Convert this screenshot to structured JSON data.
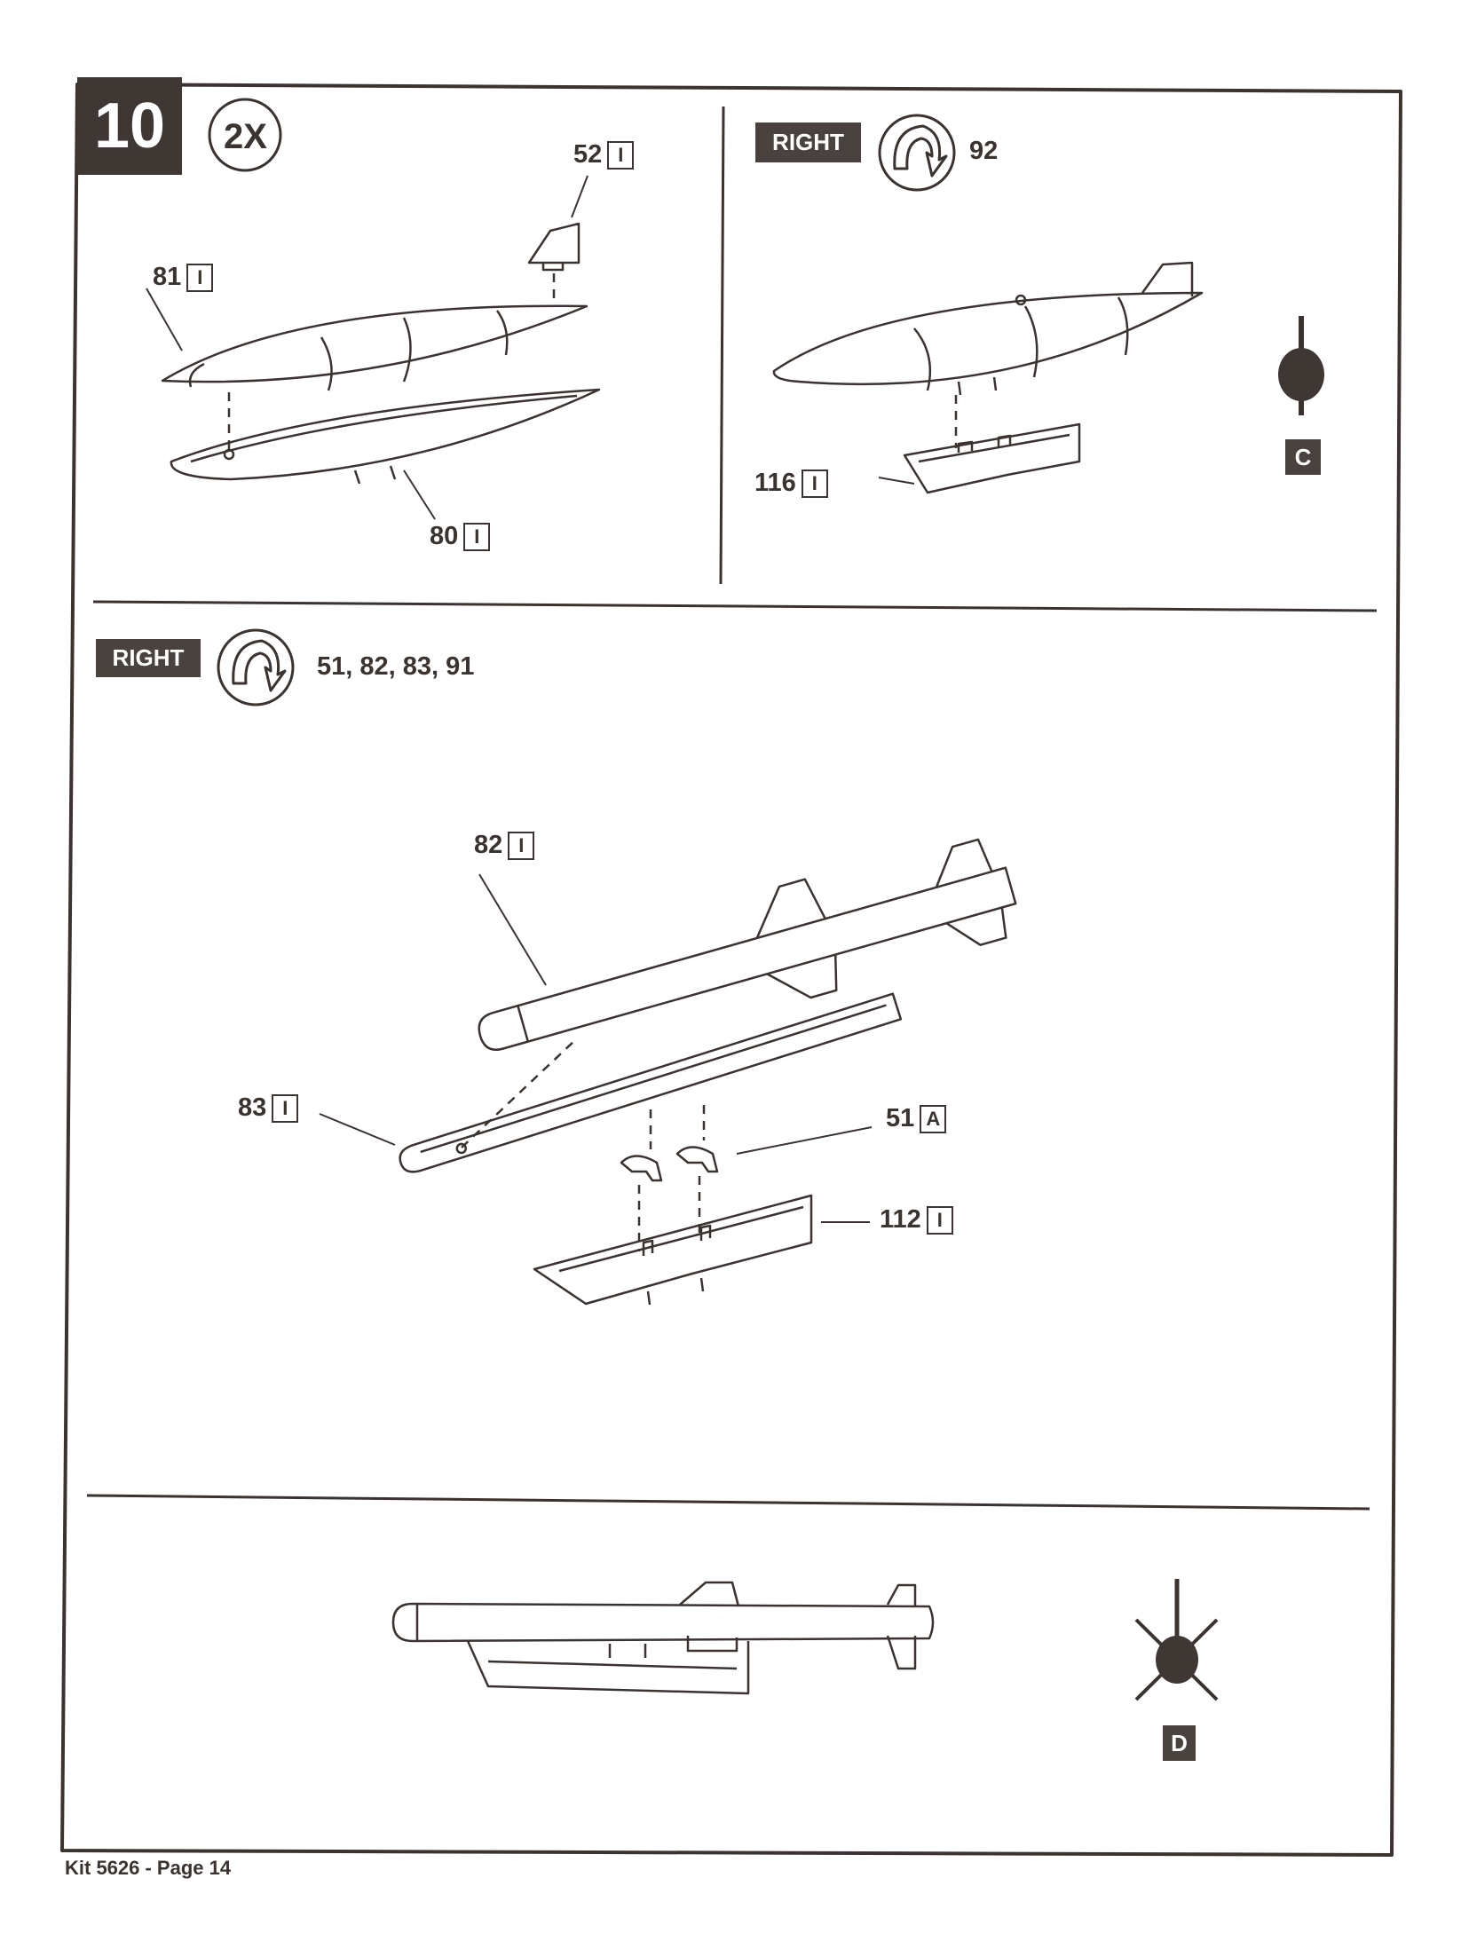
{
  "step": {
    "number": "10",
    "multiplier": "2X"
  },
  "panel_top_left": {
    "parts": [
      {
        "number": "52",
        "sprue": "I"
      },
      {
        "number": "81",
        "sprue": "I"
      },
      {
        "number": "80",
        "sprue": "I"
      }
    ]
  },
  "panel_top_right": {
    "side_label": "RIGHT",
    "icon": "rotate-icon",
    "rotate_parts": "92",
    "parts": [
      {
        "number": "116",
        "sprue": "I"
      }
    ],
    "position_label": "C"
  },
  "panel_middle": {
    "side_label": "RIGHT",
    "icon": "rotate-icon",
    "rotate_parts": "51, 82, 83, 91",
    "parts": [
      {
        "number": "82",
        "sprue": "I"
      },
      {
        "number": "83",
        "sprue": "I"
      },
      {
        "number": "51",
        "sprue": "A"
      },
      {
        "number": "112",
        "sprue": "I"
      }
    ]
  },
  "panel_bottom": {
    "position_label": "D"
  },
  "footer": "Kit 5626 - Page 14",
  "colors": {
    "ink": "#3a3330",
    "badge": "#4a423e"
  }
}
